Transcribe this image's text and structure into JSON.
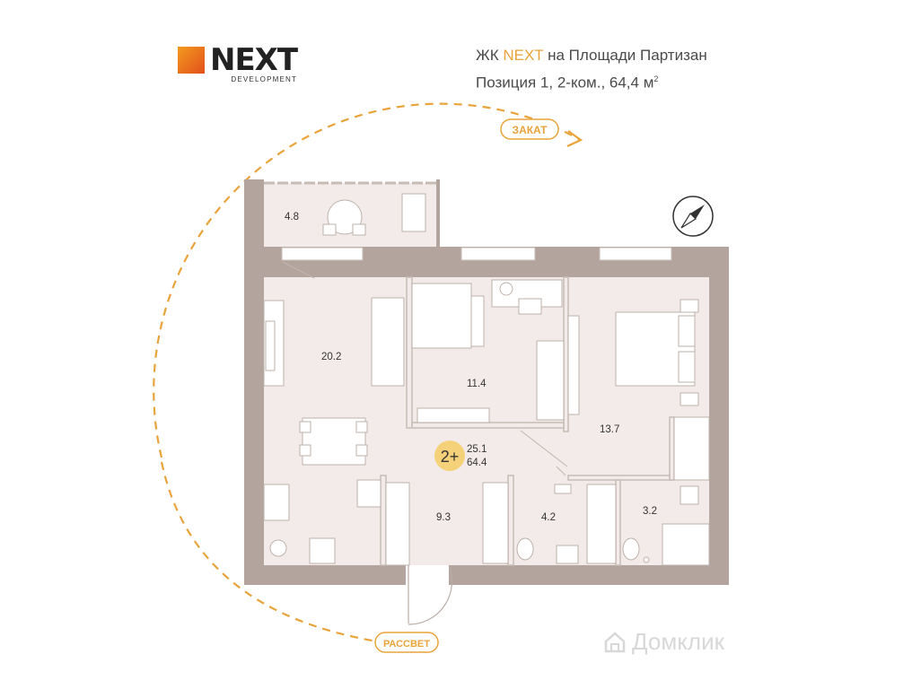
{
  "brand": {
    "name": "NEXT",
    "sub": "DEVELOPMENT",
    "accent": "#e8a33a",
    "mark_colors": [
      "#f39a1e",
      "#e2501b"
    ]
  },
  "project": {
    "prefix": "ЖК ",
    "name_accent": "NEXT",
    "name_rest": " на Площади Партизан",
    "position": "Позиция 1, 2-ком., 64,4 м",
    "unit_sup": "2"
  },
  "compass": {
    "icon": "compass-icon"
  },
  "directions": {
    "sunset": "ЗАКАТ",
    "sunrise": "РАССВЕТ"
  },
  "rooms": [
    {
      "id": "balcony",
      "area": "4.8"
    },
    {
      "id": "living-kitchen",
      "area": "20.2"
    },
    {
      "id": "bedroom-1",
      "area": "11.4"
    },
    {
      "id": "bedroom-2",
      "area": "13.7"
    },
    {
      "id": "hallway",
      "area": "9.3"
    },
    {
      "id": "bathroom",
      "area": "4.2"
    },
    {
      "id": "toilet",
      "area": "3.2"
    }
  ],
  "summary": {
    "badge": "2+",
    "living_area": "25.1",
    "total_area": "64.4"
  },
  "watermark": {
    "text": "Домклик",
    "icon": "home-icon"
  },
  "colors": {
    "wall": "#b3a49d",
    "floor": "#f3ebe9",
    "line": "#e8a33a"
  }
}
